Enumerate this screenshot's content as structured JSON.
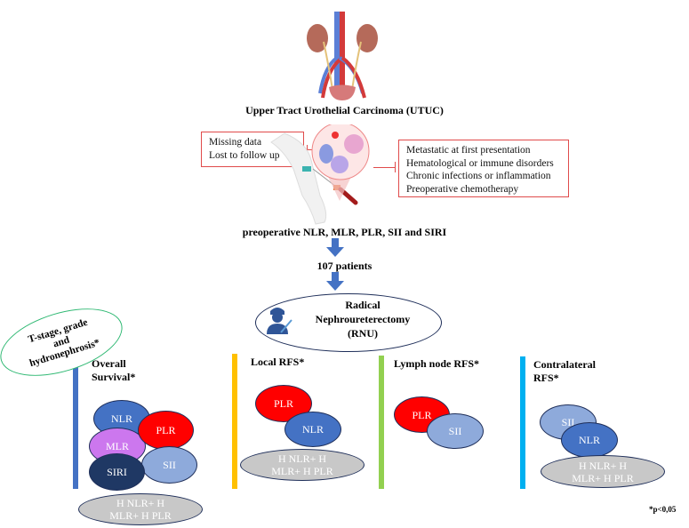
{
  "title": "Upper Tract Urothelial Carcinoma (UTUC)",
  "exclusions_left": [
    "Missing data",
    "Lost to follow up"
  ],
  "exclusions_right": [
    "Metastatic at first presentation",
    "Hematological or immune disorders",
    "Chronic infections or inflammation",
    "Preoperative chemotherapy"
  ],
  "markers_line": "preoperative NLR, MLR, PLR, SII and SIRI",
  "patients": "107 patients",
  "surgery": {
    "line1": "Radical",
    "line2": "Nephroureterectomy",
    "line3": "(RNU)"
  },
  "tstage": {
    "line1": "T-stage, grade",
    "line2": "and",
    "line3": "hydronephrosis*"
  },
  "colors": {
    "os_bar": "#4472c4",
    "local_bar": "#ffc000",
    "lymph_bar": "#92d050",
    "contra_bar": "#00b0f0",
    "nlr": "#4472c4",
    "plr": "#ff0000",
    "mlr": "#cc77ee",
    "siri": "#1f3864",
    "sii": "#8eaadb",
    "combo": "#c8c8c8",
    "box_border": "#e04b4b",
    "tstage_border": "#2eb872"
  },
  "panels": {
    "overall": {
      "title1": "Overall",
      "title2": "Survival*",
      "markers": [
        "NLR",
        "PLR",
        "MLR",
        "SIRI",
        "SII"
      ],
      "combo1": "H NLR+ H",
      "combo2": "MLR+ H PLR"
    },
    "local": {
      "title": "Local RFS*",
      "markers": [
        "PLR",
        "NLR"
      ],
      "combo1": "H NLR+ H",
      "combo2": "MLR+ H PLR"
    },
    "lymph": {
      "title": "Lymph node RFS*",
      "markers": [
        "PLR",
        "SII"
      ]
    },
    "contra": {
      "title1": "Contralateral",
      "title2": "RFS*",
      "markers": [
        "SII",
        "NLR"
      ],
      "combo1": "H NLR+ H",
      "combo2": "MLR+ H PLR"
    }
  },
  "footnote": "*p<0,05"
}
